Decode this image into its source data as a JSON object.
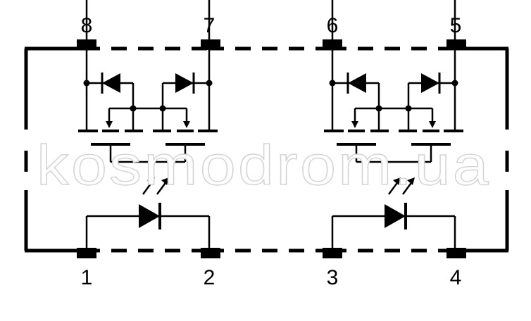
{
  "diagram": {
    "pins": {
      "p1": "1",
      "p2": "2",
      "p3": "3",
      "p4": "4",
      "p5": "5",
      "p6": "6",
      "p7": "7",
      "p8": "8"
    },
    "watermark": "kosmodrom.ua"
  }
}
